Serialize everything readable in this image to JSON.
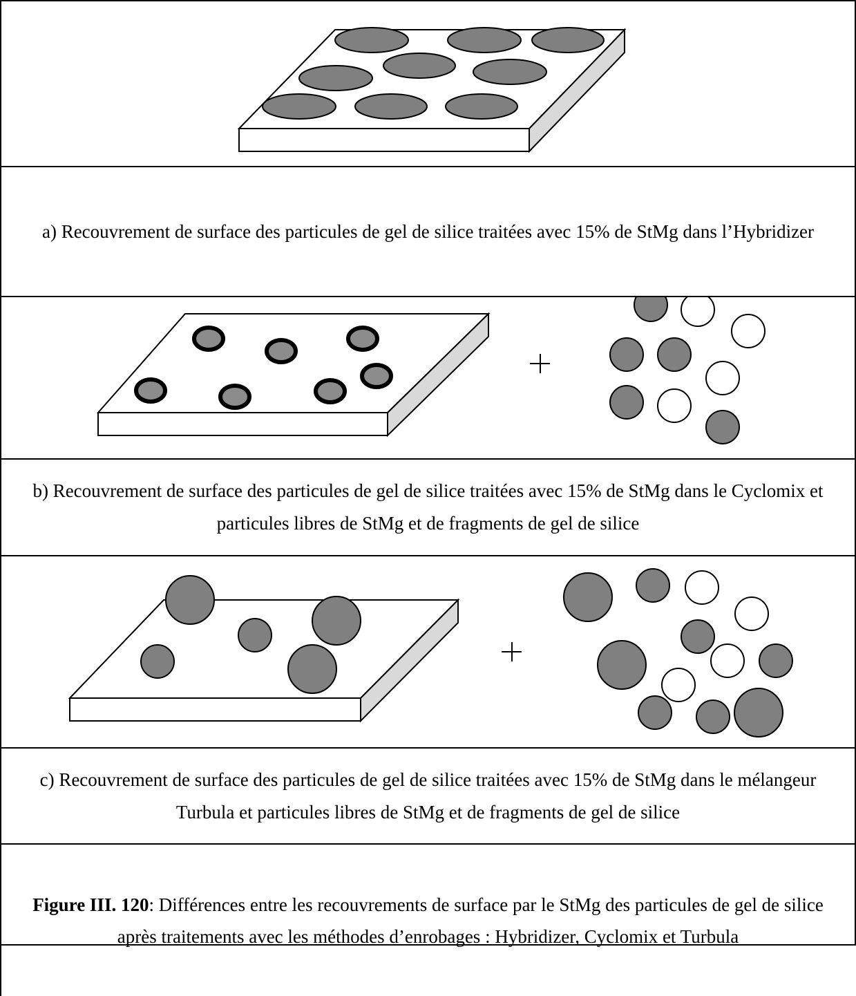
{
  "panels": [
    {
      "id": "a",
      "caption": "a) Recouvrement de surface des particules de gel de silice traitées avec 15% de StMg dans l’Hybridizer"
    },
    {
      "id": "b",
      "caption": "b) Recouvrement de surface des particules de gel de silice traitées avec 15% de StMg dans le Cyclomix et particules libres de StMg et de fragments de gel de silice"
    },
    {
      "id": "c",
      "caption": "c) Recouvrement de surface des particules de gel de silice traitées avec 15% de StMg dans le mélangeur Turbula et particules libres de StMg et de fragments de gel de silice"
    }
  ],
  "figure_caption": {
    "label": "Figure III. 120",
    "text": ": Différences entre les recouvrements de surface par le StMg des particules de gel de silice après traitements avec les méthodes d’enrobages : Hybridizer, Cyclomix et Turbula"
  },
  "plus_sign": "+",
  "colors": {
    "particle": "#808080",
    "plate_side": "#d9d9d9",
    "border": "#000000"
  }
}
